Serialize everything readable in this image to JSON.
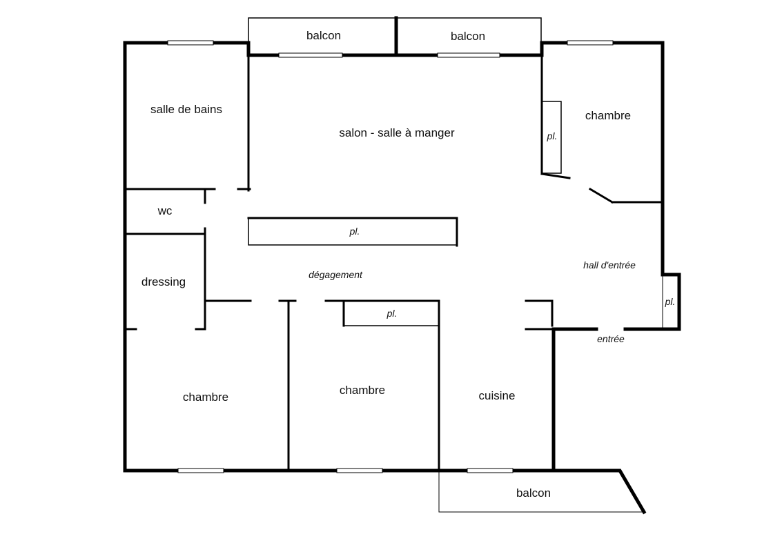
{
  "rooms": {
    "balcon_top_left": "balcon",
    "balcon_top_right": "balcon",
    "salle_de_bains": "salle de bains",
    "salon": "salon - salle à manger",
    "chambre_top_right": "chambre",
    "wc": "wc",
    "dressing": "dressing",
    "degagement": "dégagement",
    "hall": "hall d'entrée",
    "entree": "entrée",
    "chambre_bottom_left": "chambre",
    "chambre_bottom_mid": "chambre",
    "cuisine": "cuisine",
    "balcon_bottom": "balcon"
  },
  "closets": {
    "salon": "pl.",
    "chambre_top_right": "pl.",
    "chambre_bottom_mid": "pl.",
    "hall": "pl."
  }
}
